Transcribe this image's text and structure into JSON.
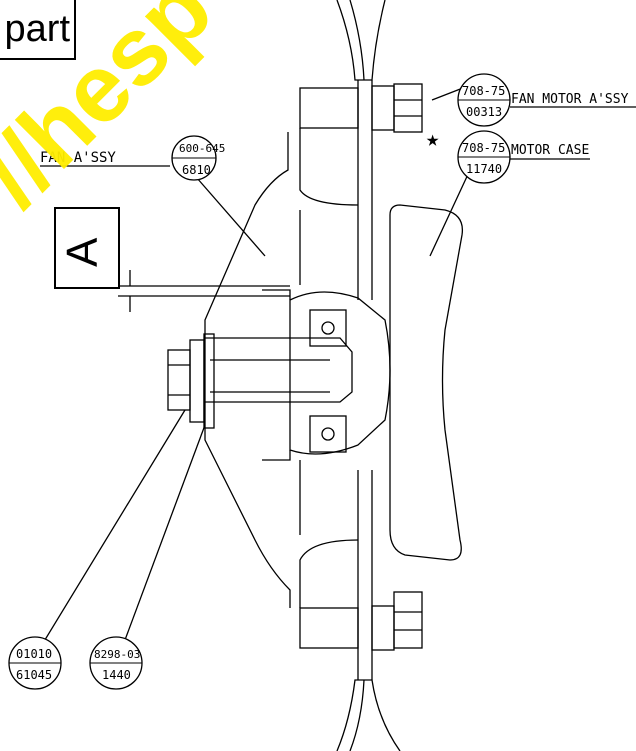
{
  "corner_label": "part",
  "view_label": "A",
  "watermark": "//hesp",
  "callouts": {
    "fan_assy": {
      "title": "FAN A'SSY",
      "code_top": "600-645",
      "code_bottom": "6810"
    },
    "fan_motor_assy": {
      "title": "FAN MOTOR A'SSY",
      "code_top": "708-75",
      "code_bottom": "00313"
    },
    "motor_case": {
      "title": "MOTOR CASE",
      "code_top": "708-75",
      "code_bottom": "11740"
    },
    "bolt": {
      "code_top": "01010",
      "code_bottom": "61045"
    },
    "washer": {
      "code_top": "8298-03",
      "code_bottom": "1440"
    }
  },
  "star_symbol": "★"
}
